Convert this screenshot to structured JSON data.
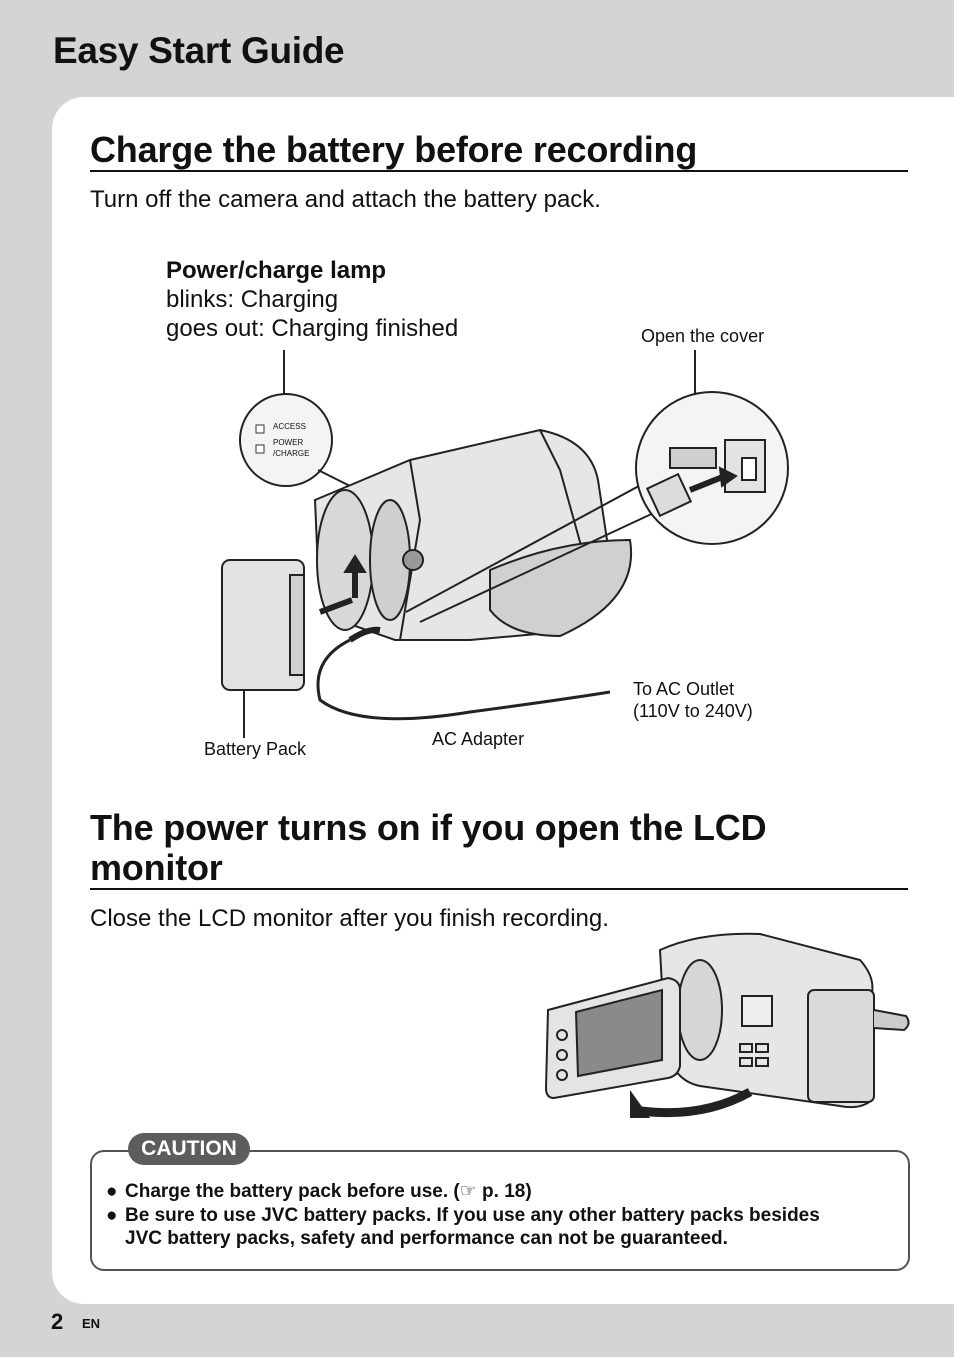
{
  "header": {
    "title": "Easy Start Guide"
  },
  "section1": {
    "heading": "Charge the battery before recording",
    "lead": "Turn off the camera and attach the battery pack.",
    "lamp_title": "Power/charge lamp",
    "lamp_line1": "blinks: Charging",
    "lamp_line2": "goes out: Charging finished",
    "callout_access": "ACCESS",
    "callout_power": "POWER",
    "callout_charge": "/CHARGE",
    "label_cover": "Open the cover",
    "label_outlet_1": "To AC Outlet",
    "label_outlet_2": "(110V to 240V)",
    "label_adapter": "AC Adapter",
    "label_battery": "Battery Pack"
  },
  "section2": {
    "heading_line1": "The power turns on if you open the LCD",
    "heading_line2": "monitor",
    "lead": "Close the LCD monitor after you finish recording."
  },
  "caution": {
    "badge": "CAUTION",
    "item1_text": "Charge the battery pack before use. (",
    "item1_icon": "☞",
    "item1_ref": " p. 18)",
    "item2_line1": "Be sure to use JVC battery packs. If you use any other battery packs besides",
    "item2_line2": "JVC battery packs, safety and performance can not be guaranteed."
  },
  "footer": {
    "page": "2",
    "lang": "EN"
  }
}
